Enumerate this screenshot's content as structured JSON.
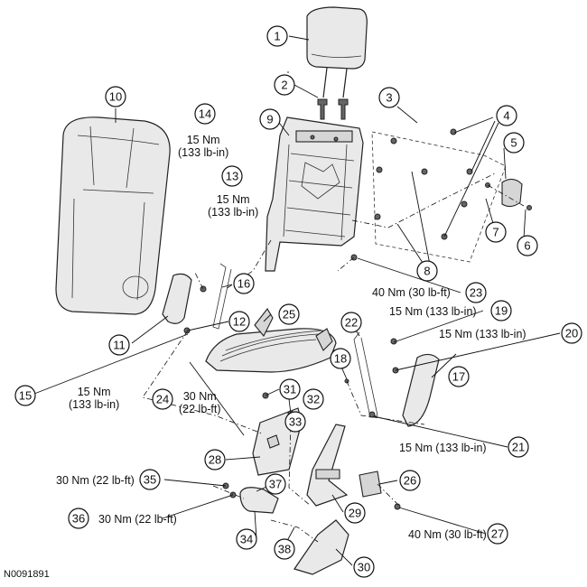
{
  "figure_id": "N0091891",
  "callouts": [
    "1",
    "2",
    "3",
    "4",
    "5",
    "6",
    "7",
    "8",
    "9",
    "10",
    "11",
    "12",
    "13",
    "14",
    "15",
    "16",
    "17",
    "18",
    "19",
    "20",
    "21",
    "22",
    "23",
    "24",
    "25",
    "26",
    "27",
    "28",
    "29",
    "30",
    "31",
    "32",
    "33",
    "34",
    "35",
    "36",
    "37",
    "38"
  ],
  "torque_specs": {
    "t14": {
      "line1": "15 Nm",
      "line2": "(133 lb-in)"
    },
    "t13": {
      "line1": "15 Nm",
      "line2": "(133 lb-in)"
    },
    "t15": {
      "line1": "15 Nm",
      "line2": "(133 lb-in)"
    },
    "t24": {
      "line1": "30 Nm",
      "line2": "(22 lb-ft)"
    },
    "t23": "40 Nm (30 lb-ft)",
    "t19": "15 Nm (133 lb-in)",
    "t20": "15 Nm (133 lb-in)",
    "t21": "15 Nm (133 lb-in)",
    "t35": "30 Nm (22 lb-ft)",
    "t36": "30 Nm (22 lb-ft)",
    "t27": "40 Nm (30 lb-ft)"
  }
}
